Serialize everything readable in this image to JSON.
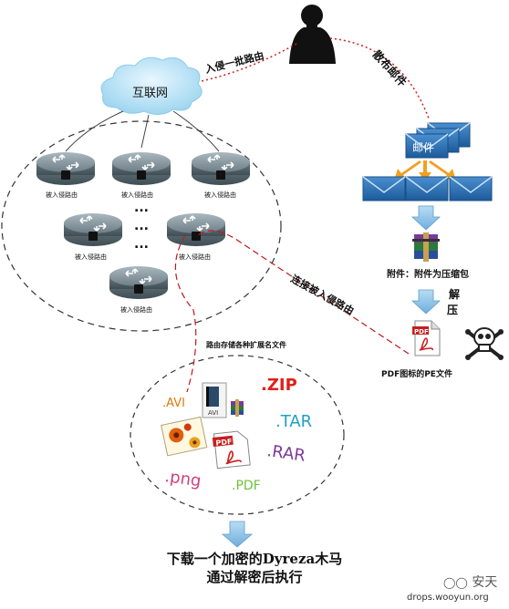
{
  "diagram": {
    "attacker_label": "入侵一批路由",
    "mail_label": "散布邮件",
    "cloud_label": "互联网",
    "router_label": "被入侵路由",
    "dots": "...",
    "mail_icon_label": "邮件",
    "attachment_label": "附件：附件为压缩包",
    "decompress_label_1": "解",
    "decompress_label_2": "压",
    "pdf_label": "PDF图标的PE文件",
    "connect_label": "连接被入侵路由",
    "route_files_label": "路由存储各种扩展名文件",
    "file_types": {
      "avi": ".AVI",
      "zip": ".ZIP",
      "tar": ".TAR",
      "rar": ".RAR",
      "png": ".png",
      "pdf": ".PDF",
      "avi_icon_text": "AVI",
      "pdf_icon_text": "PDF"
    },
    "bottom_line_1": "下载一个加密的Dyreza木马",
    "bottom_line_2": "通过解密后执行"
  },
  "watermark": {
    "name": "安天",
    "site": "drops.wooyun.org"
  },
  "colors": {
    "router_top": "#8a9aa2",
    "router_body": "#5f6f77",
    "cloud": "#bfe7f8",
    "mail_blue": "#2d6fb5",
    "arrow_orange": "#f0a020",
    "arrow_blue": "#8ec3e8",
    "dotted_red": "#d02020",
    "zip_red": "#e0201a",
    "tar_teal": "#20a0c8",
    "rar_purple": "#7a3a9a",
    "png_pink": "#d04080",
    "pdf_green": "#70c040",
    "avi_orange": "#e07a10"
  }
}
